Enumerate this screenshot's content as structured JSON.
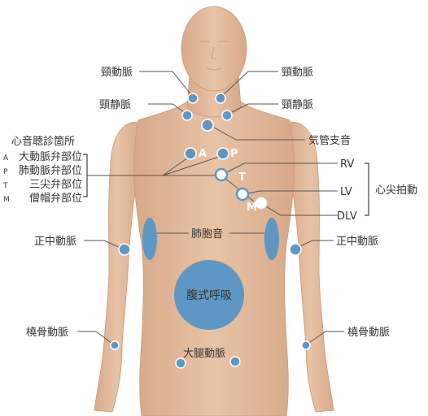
{
  "colors": {
    "skin": "#e2b89a",
    "skin_shade": "#cf9f80",
    "marker": "#5e97c3",
    "marker_edge": "#ffffff",
    "text": "#333333"
  },
  "labels": {
    "carotid_left": "頸動脈",
    "carotid_right": "頸動脈",
    "jugular_left": "頸静脈",
    "jugular_right": "頸静脈",
    "tracheal": "気管支音",
    "heart_title": "心音聴診箇所",
    "aortic": "大動脈弁部位",
    "pulmonary": "肺動脈弁部位",
    "tricuspid": "三尖弁部位",
    "mitral": "僧帽弁部位",
    "code_a": "A",
    "code_p": "P",
    "code_t": "T",
    "code_m": "M",
    "marker_a": "A",
    "marker_p": "P",
    "marker_t": "T",
    "marker_m": "M",
    "rv": "RV",
    "lv": "LV",
    "dlv": "DLV",
    "apex_beat": "心尖拍動",
    "lung": "肺胞音",
    "median_left": "正中動脈",
    "median_right": "正中動脈",
    "abdominal": "腹式呼吸",
    "radial_left": "橈骨動脈",
    "radial_right": "橈骨動脈",
    "femoral": "大腿動脈"
  }
}
